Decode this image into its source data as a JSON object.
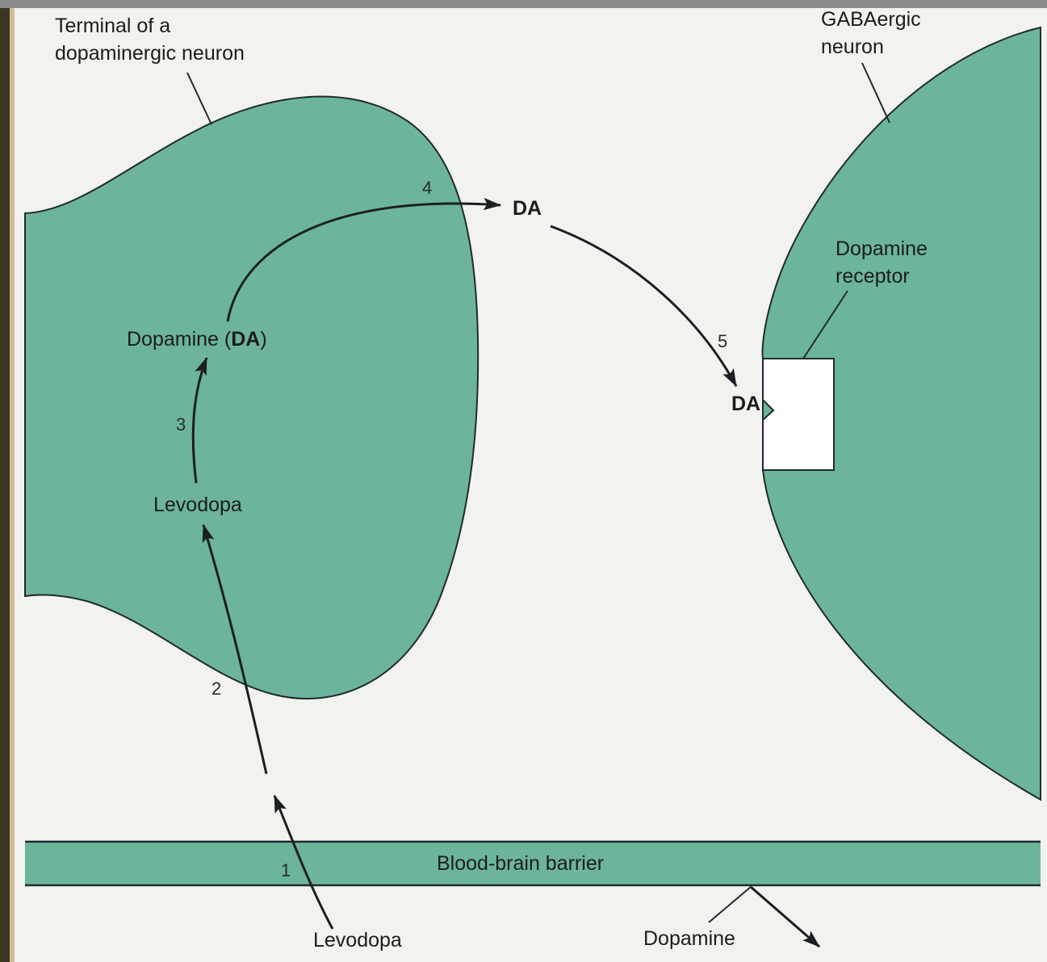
{
  "labels": {
    "dopaminergic_terminal_line1": "Terminal of a",
    "dopaminergic_terminal_line2": "dopaminergic neuron",
    "gabaergic_line1": "GABAergic",
    "gabaergic_line2": "neuron",
    "dopamine_receptor_line1": "Dopamine",
    "dopamine_receptor_line2": "receptor",
    "dopamine_da_text": "Dopamine (",
    "dopamine_da_bold": "DA",
    "dopamine_da_close": ")",
    "levodopa_inside": "Levodopa",
    "da_synapse": "DA",
    "da_receptor": "DA",
    "blood_brain_barrier": "Blood-brain barrier",
    "levodopa_bottom": "Levodopa",
    "dopamine_bottom": "Dopamine"
  },
  "steps": [
    "1",
    "2",
    "3",
    "4",
    "5"
  ],
  "colors": {
    "neuron_fill": "#6cb59a",
    "barrier_fill": "#6cb59a",
    "outline": "#1f2a2e",
    "background": "#f2f2ef",
    "receptor_fill": "#ffffff"
  }
}
